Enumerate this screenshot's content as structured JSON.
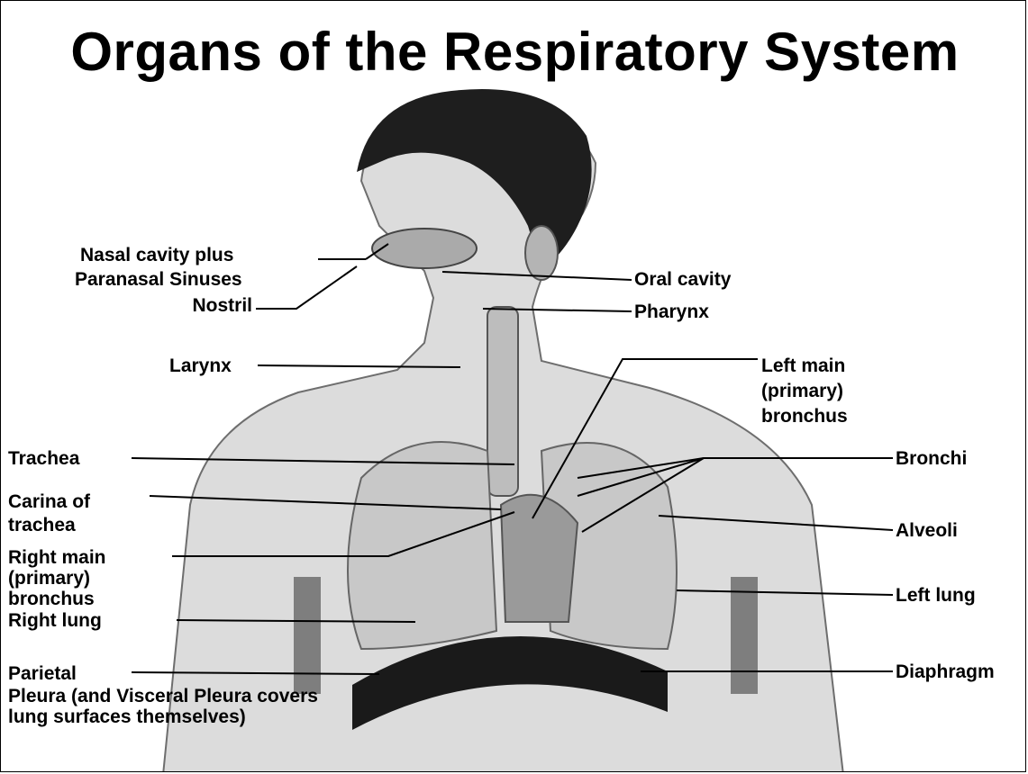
{
  "title": "Organs of the Respiratory System",
  "labels": {
    "nasal_cavity_1": "Nasal cavity plus",
    "nasal_cavity_2": "Paranasal Sinuses",
    "nostril": "Nostril",
    "oral_cavity": "Oral cavity",
    "pharynx": "Pharynx",
    "larynx": "Larynx",
    "left_main_1": "Left main",
    "left_main_2": "(primary)",
    "left_main_3": "bronchus",
    "trachea": "Trachea",
    "bronchi": "Bronchi",
    "carina_1": "Carina of",
    "carina_2": "trachea",
    "alveoli": "Alveoli",
    "right_main_1": "Right main",
    "right_main_2": "(primary)",
    "right_main_3": "bronchus",
    "right_lung": "Right lung",
    "left_lung": "Left lung",
    "parietal_1": "Parietal",
    "parietal_2": "Pleura (and Visceral Pleura covers",
    "parietal_3": "lung surfaces themselves)",
    "diaphragm": "Diaphragm"
  }
}
